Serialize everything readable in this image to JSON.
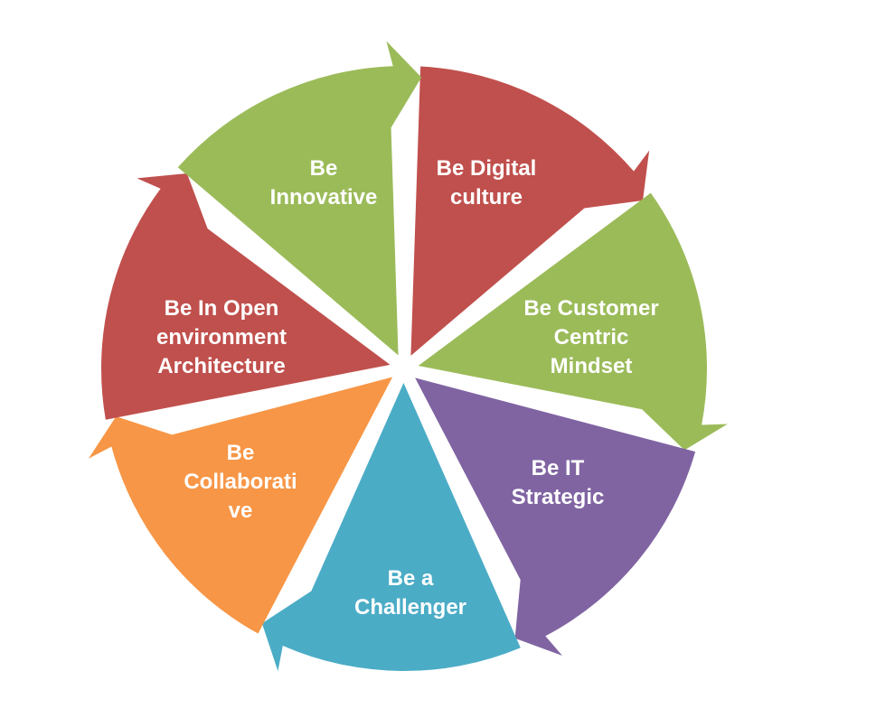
{
  "diagram": {
    "segments": [
      {
        "key": "digital",
        "label": "Be Digital\nculture",
        "color": "#c0504d"
      },
      {
        "key": "customer",
        "label": "Be Customer\nCentric\nMindset",
        "color": "#9bbb59"
      },
      {
        "key": "it",
        "label": "Be IT\nStrategic",
        "color": "#8064a2"
      },
      {
        "key": "challenger",
        "label": "Be a\nChallenger",
        "color": "#4bacc6"
      },
      {
        "key": "collab",
        "label": "Be\nCollaborati\nve",
        "color": "#f79646"
      },
      {
        "key": "open",
        "label": "Be In Open\nenvironment\nArchitecture",
        "color": "#c0504d"
      },
      {
        "key": "innovative",
        "label": "Be\nInnovative",
        "color": "#9bbb59"
      }
    ]
  }
}
